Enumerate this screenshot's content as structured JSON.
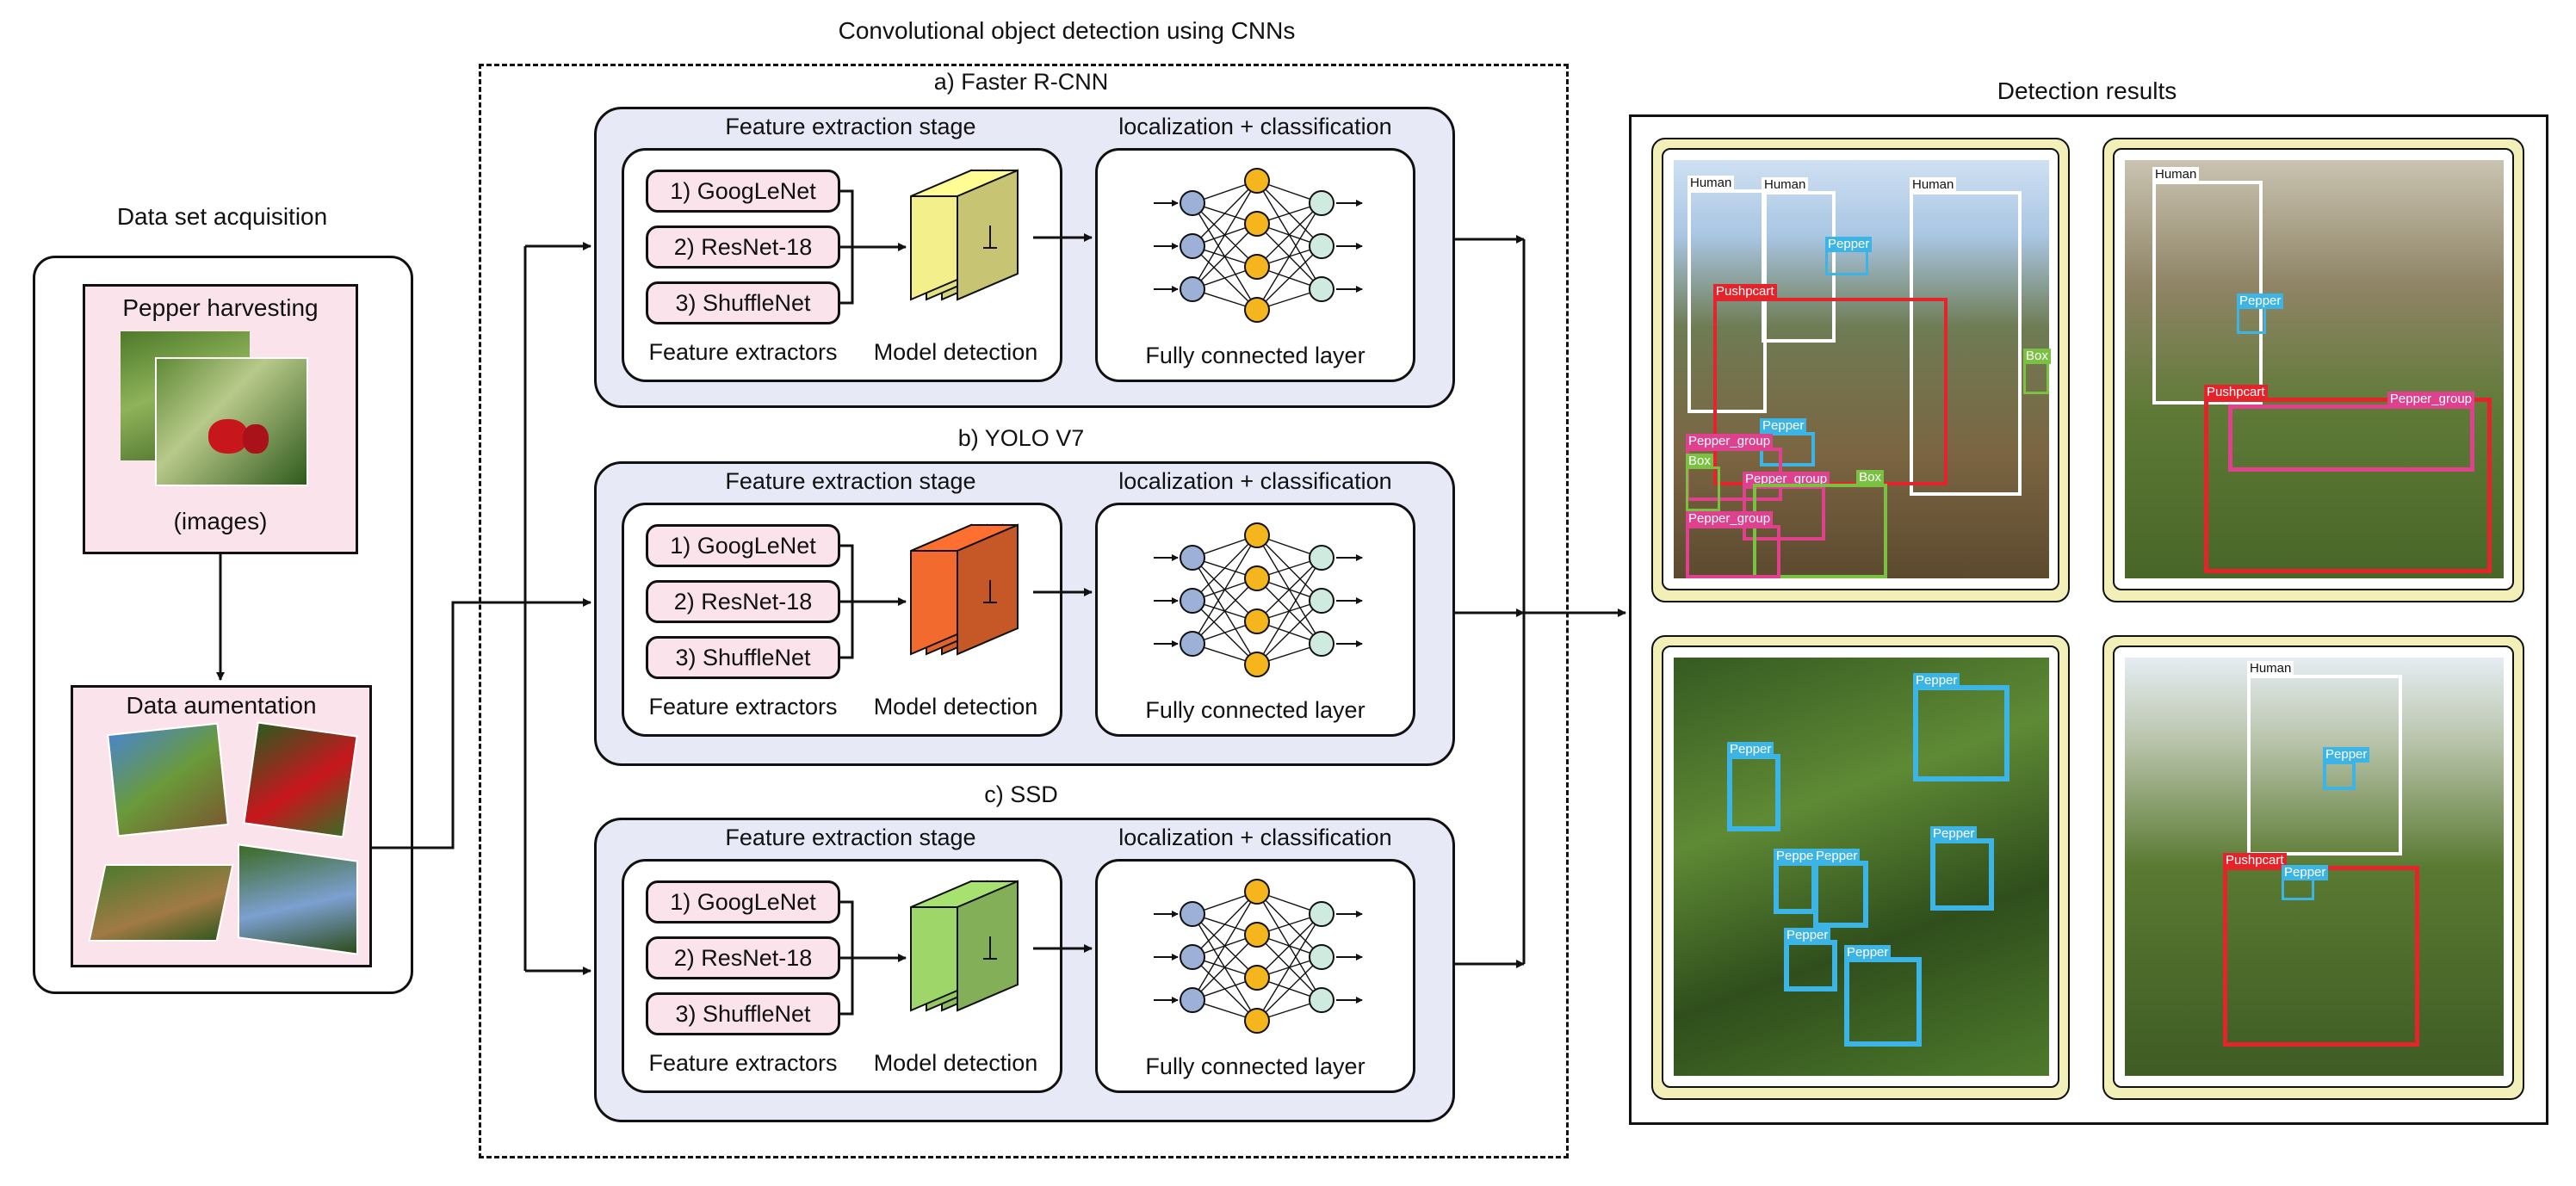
{
  "titles": {
    "acquisition": "Data set acquisition",
    "cnn": "Convolutional object detection using CNNs",
    "results": "Detection results"
  },
  "acquisition": {
    "harvest_title": "Pepper harvesting",
    "harvest_caption": "(images)",
    "augmentation_title": "Data aumentation"
  },
  "models": [
    {
      "title": "a) Faster R-CNN",
      "block_color": "#f3f08c"
    },
    {
      "title": "b) YOLO V7",
      "block_color": "#f26a2e"
    },
    {
      "title": "c) SSD",
      "block_color": "#9fd66a"
    }
  ],
  "stage": {
    "feature_stage": "Feature extraction stage",
    "loc_class": "localization + classification",
    "extractors": [
      "1) GoogLeNet",
      "2) ResNet-18",
      "3) ShuffleNet"
    ],
    "feature_extractors": "Feature extractors",
    "model_detection": "Model detection",
    "fc_layer": "Fully connected layer"
  },
  "colors": {
    "panel_bg": "#e7e9f7",
    "pink": "#fbe3ec",
    "nn_input": "#9db0d8",
    "nn_hidden": "#f5b51c",
    "nn_output": "#cfeadf",
    "frame_yellow": "#f2f0b8",
    "human": "#ffffff",
    "pepper": "#3db4e6",
    "pushpcart": "#e4232b",
    "pepper_group": "#e0418f",
    "box": "#7ac143"
  },
  "detections": {
    "human": "Human",
    "pepper": "Pepper",
    "pushpcart": "Pushpcart",
    "pepper_group": "Pepper_group",
    "box": "Box"
  }
}
